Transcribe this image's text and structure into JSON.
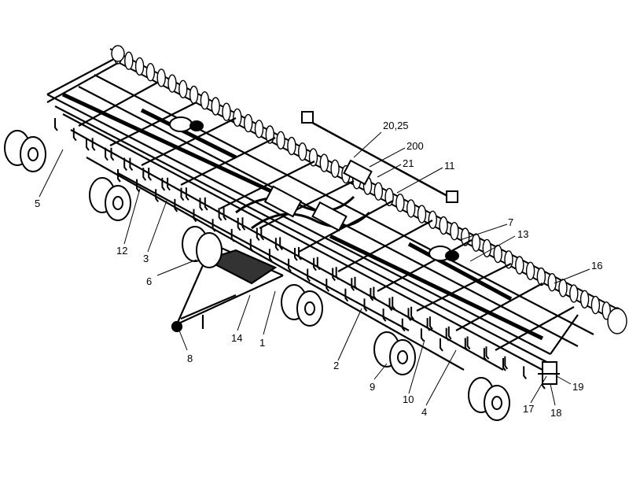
{
  "diagram": {
    "callouts": [
      {
        "id": "c-5",
        "label": "5"
      },
      {
        "id": "c-12",
        "label": "12"
      },
      {
        "id": "c-3",
        "label": "3"
      },
      {
        "id": "c-6",
        "label": "6"
      },
      {
        "id": "c-8",
        "label": "8"
      },
      {
        "id": "c-14",
        "label": "14"
      },
      {
        "id": "c-1",
        "label": "1"
      },
      {
        "id": "c-2",
        "label": "2"
      },
      {
        "id": "c-9",
        "label": "9"
      },
      {
        "id": "c-10",
        "label": "10"
      },
      {
        "id": "c-4",
        "label": "4"
      },
      {
        "id": "c-17",
        "label": "17"
      },
      {
        "id": "c-18",
        "label": "18"
      },
      {
        "id": "c-19",
        "label": "19"
      },
      {
        "id": "c-16",
        "label": "16"
      },
      {
        "id": "c-13",
        "label": "13"
      },
      {
        "id": "c-7",
        "label": "7"
      },
      {
        "id": "c-11",
        "label": "11"
      },
      {
        "id": "c-21",
        "label": "21"
      },
      {
        "id": "c-200",
        "label": "200"
      },
      {
        "id": "c-20-25",
        "label": "20,25"
      }
    ],
    "colors": {
      "ink": "#000000",
      "paper": "#ffffff",
      "frame_fill": "#333333"
    }
  }
}
